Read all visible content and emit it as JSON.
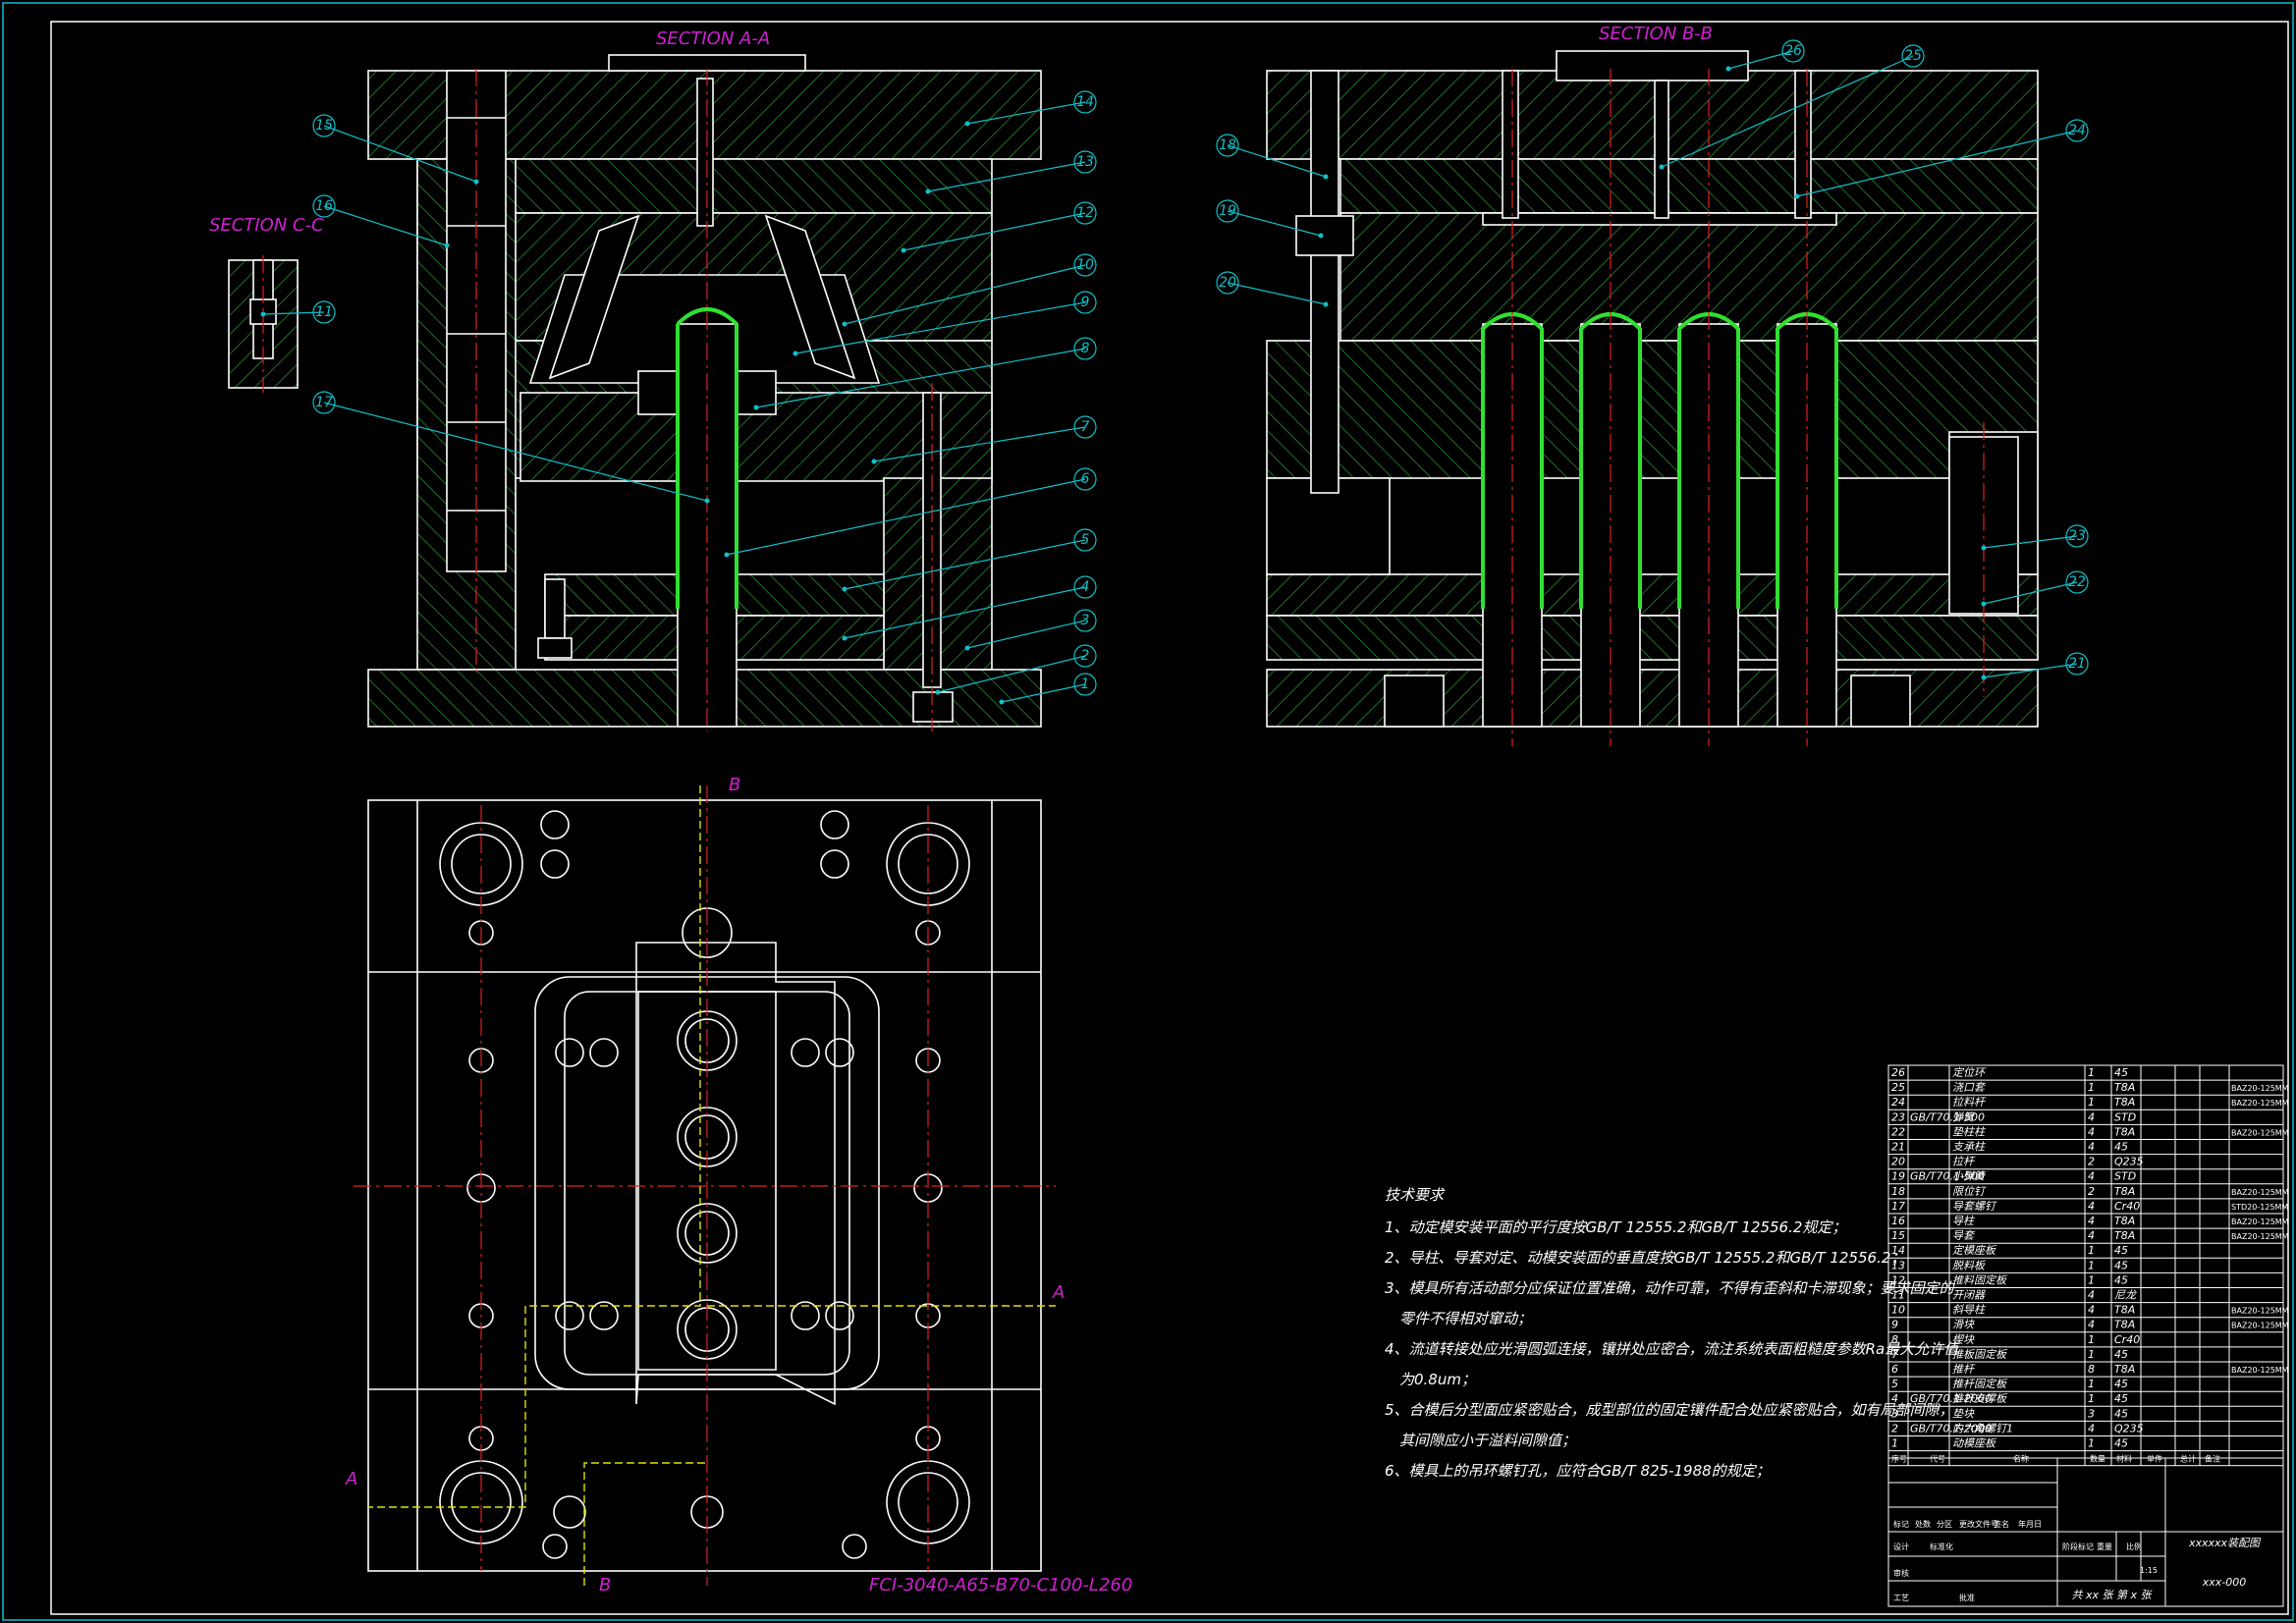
{
  "views": {
    "section_a": "SECTION A-A",
    "section_b": "SECTION B-B",
    "section_c": "SECTION C-C",
    "mark_a": "A",
    "mark_b": "B"
  },
  "balloons": {
    "a_view": [
      "14",
      "13",
      "12",
      "10",
      "9",
      "8",
      "7",
      "6",
      "5",
      "4",
      "3",
      "2",
      "1"
    ],
    "left": [
      "15",
      "16",
      "17"
    ],
    "c_view": [
      "11"
    ],
    "b_view": [
      "18",
      "19",
      "20",
      "26",
      "25",
      "24",
      "23",
      "22",
      "21"
    ]
  },
  "base_model": "FCI-3040-A65-B70-C100-L260",
  "tech": {
    "title": "技术要求",
    "lines": [
      "1、动定模安装平面的平行度按GB/T 12555.2和GB/T 12556.2规定；",
      "2、导柱、导套对定、动模安装面的垂直度按GB/T 12555.2和GB/T 12556.2；",
      "3、模具所有活动部分应保证位置准确，动作可靠，不得有歪斜和卡滞现象；要求固定的",
      "零件不得相对窜动；",
      "4、流道转接处应光滑圆弧连接，镶拼处应密合，流注系统表面粗糙度参数Ra最大允许值",
      "为0.8um；",
      "5、合模后分型面应紧密贴合，成型部位的固定镶件配合处应紧密贴合，如有局部间隙，",
      "其间隙应小于溢料间隙值；",
      "6、模具上的吊环螺钉孔，应符合GB/T 825-1988的规定；"
    ]
  },
  "bom": [
    [
      "26",
      "",
      "定位环",
      "1",
      "45",
      ""
    ],
    [
      "25",
      "",
      "浇口套",
      "1",
      "T8A",
      "BAZ20-125MM"
    ],
    [
      "24",
      "",
      "拉料杆",
      "1",
      "T8A",
      "BAZ20-125MM"
    ],
    [
      "23",
      "GB/T70.1-500",
      "弹簧",
      "4",
      "STD",
      ""
    ],
    [
      "22",
      "",
      "垫柱柱",
      "4",
      "T8A",
      "BAZ20-125MM"
    ],
    [
      "21",
      "",
      "支承柱",
      "4",
      "45",
      ""
    ],
    [
      "20",
      "",
      "拉杆",
      "2",
      "Q235",
      ""
    ],
    [
      "19",
      "GB/T70.1-500",
      "小弹簧",
      "4",
      "STD",
      ""
    ],
    [
      "18",
      "",
      "限位钉",
      "2",
      "T8A",
      "BAZ20-125MM"
    ],
    [
      "17",
      "",
      "导套螺钉",
      "4",
      "Cr40",
      "STD20-125MM"
    ],
    [
      "16",
      "",
      "导柱",
      "4",
      "T8A",
      "BAZ20-125MM"
    ],
    [
      "15",
      "",
      "导套",
      "4",
      "T8A",
      "BAZ20-125MM"
    ],
    [
      "14",
      "",
      "定模座板",
      "1",
      "45",
      ""
    ],
    [
      "13",
      "",
      "脱料板",
      "1",
      "45",
      ""
    ],
    [
      "12",
      "",
      "推料固定板",
      "1",
      "45",
      ""
    ],
    [
      "11",
      "",
      "开闭器",
      "4",
      "尼龙",
      ""
    ],
    [
      "10",
      "",
      "斜导柱",
      "4",
      "T8A",
      "BAZ20-125MM"
    ],
    [
      "9",
      "",
      "滑块",
      "4",
      "T8A",
      "BAZ20-125MM"
    ],
    [
      "8",
      "",
      "楔块",
      "1",
      "Cr40",
      ""
    ],
    [
      "7",
      "",
      "推板固定板",
      "1",
      "45",
      ""
    ],
    [
      "6",
      "",
      "推杆",
      "8",
      "T8A",
      "BAZ20-125MM"
    ],
    [
      "5",
      "",
      "推杆固定板",
      "1",
      "45",
      ""
    ],
    [
      "4",
      "GB/T70.1-2000",
      "推杆支撑板",
      "1",
      "45",
      ""
    ],
    [
      "3",
      "",
      "垫块",
      "3",
      "45",
      ""
    ],
    [
      "2",
      "GB/T70.1-2000",
      "内六角螺钉1",
      "4",
      "Q235",
      ""
    ],
    [
      "1",
      "",
      "动模座板",
      "1",
      "45",
      ""
    ]
  ],
  "bom_header": [
    "序号",
    "代号",
    "名称",
    "数量",
    "材料",
    "单件",
    "总计",
    "备注"
  ],
  "title_block": {
    "drawing_name": "xxxxxx装配图",
    "drawing_no": "xxx-000",
    "scale": "1:15",
    "sheets": "共 xx 张  第 x 张",
    "labels": [
      "标记",
      "处数",
      "分区",
      "更改文件号",
      "签名",
      "年月日",
      "设计",
      "标准化",
      "阶段标记",
      "重量",
      "比例",
      "审核",
      "工艺",
      "批准"
    ]
  },
  "colors": {
    "background": "#000000",
    "outline": "#ffffff",
    "hatch": "#2e9a3a",
    "leader": "#10c0c8",
    "section_label": "#d020d0",
    "centerline": "#e02020",
    "part_highlight": "#30e030"
  }
}
